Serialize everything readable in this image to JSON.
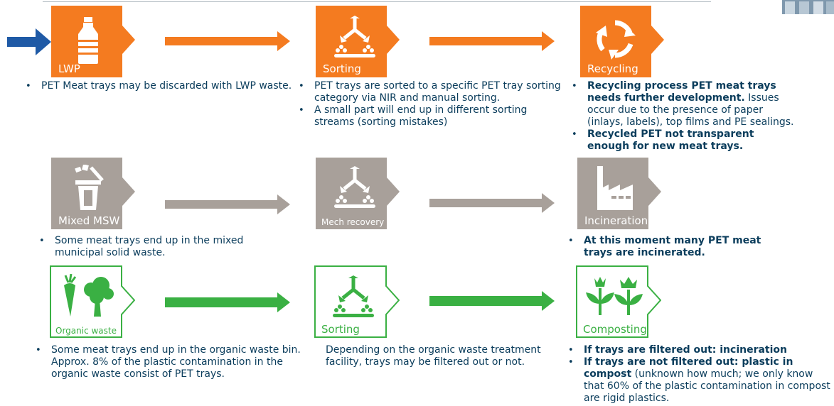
{
  "colors": {
    "orange": "#f47b20",
    "gray": "#a8a09a",
    "green": "#3ab043",
    "blue": "#1f5aa6",
    "text": "#0b3d5c"
  },
  "row1": {
    "lwp": {
      "label": "LWP",
      "icon": "bottle-icon"
    },
    "sorting": {
      "label": "Sorting",
      "icon": "sorting-icon"
    },
    "recycling": {
      "label": "Recycling",
      "icon": "recycle-icon"
    },
    "lwp_text": "PET Meat trays may be discarded with LWP waste.",
    "sorting_text_1": "PET trays are sorted to a specific PET tray sorting category via NIR and manual sorting.",
    "sorting_text_2": "A small part will end up in different sorting streams (sorting mistakes)",
    "recycling_text_1_bold": "Recycling process PET meat trays needs further development.",
    "recycling_text_1_rest": " Issues occur due to the presence of paper (inlays, labels), top films and PE sealings.",
    "recycling_text_2_bold": "Recycled PET not transparent enough for new meat trays."
  },
  "row2": {
    "mixed": {
      "label": "Mixed MSW",
      "icon": "bin-icon"
    },
    "mech": {
      "label": "Mech recovery",
      "icon": "sorting-icon"
    },
    "incineration": {
      "label": "Incineration",
      "icon": "factory-icon"
    },
    "mixed_text": "Some meat trays end up in the mixed municipal solid waste.",
    "incineration_text_bold": "At this moment many PET meat trays are incinerated."
  },
  "row3": {
    "organic": {
      "label": "Organic waste",
      "icon": "vegetables-icon"
    },
    "sorting": {
      "label": "Sorting",
      "icon": "sorting-icon"
    },
    "composting": {
      "label": "Composting",
      "icon": "plants-icon"
    },
    "organic_text": "Some meat trays end up in the organic waste bin. Approx. 8% of the plastic contamination in the organic waste consist of PET trays.",
    "sorting_text": "Depending on the organic waste treatment facility, trays may be filtered out or not.",
    "composting_text_1_bold": "If trays are filtered out: incineration",
    "composting_text_2_bold": "If trays are not filtered out: plastic in compost",
    "composting_text_2_rest": " (unknown how much; we only know that 60% of the plastic contamination in compost are rigid plastics."
  }
}
